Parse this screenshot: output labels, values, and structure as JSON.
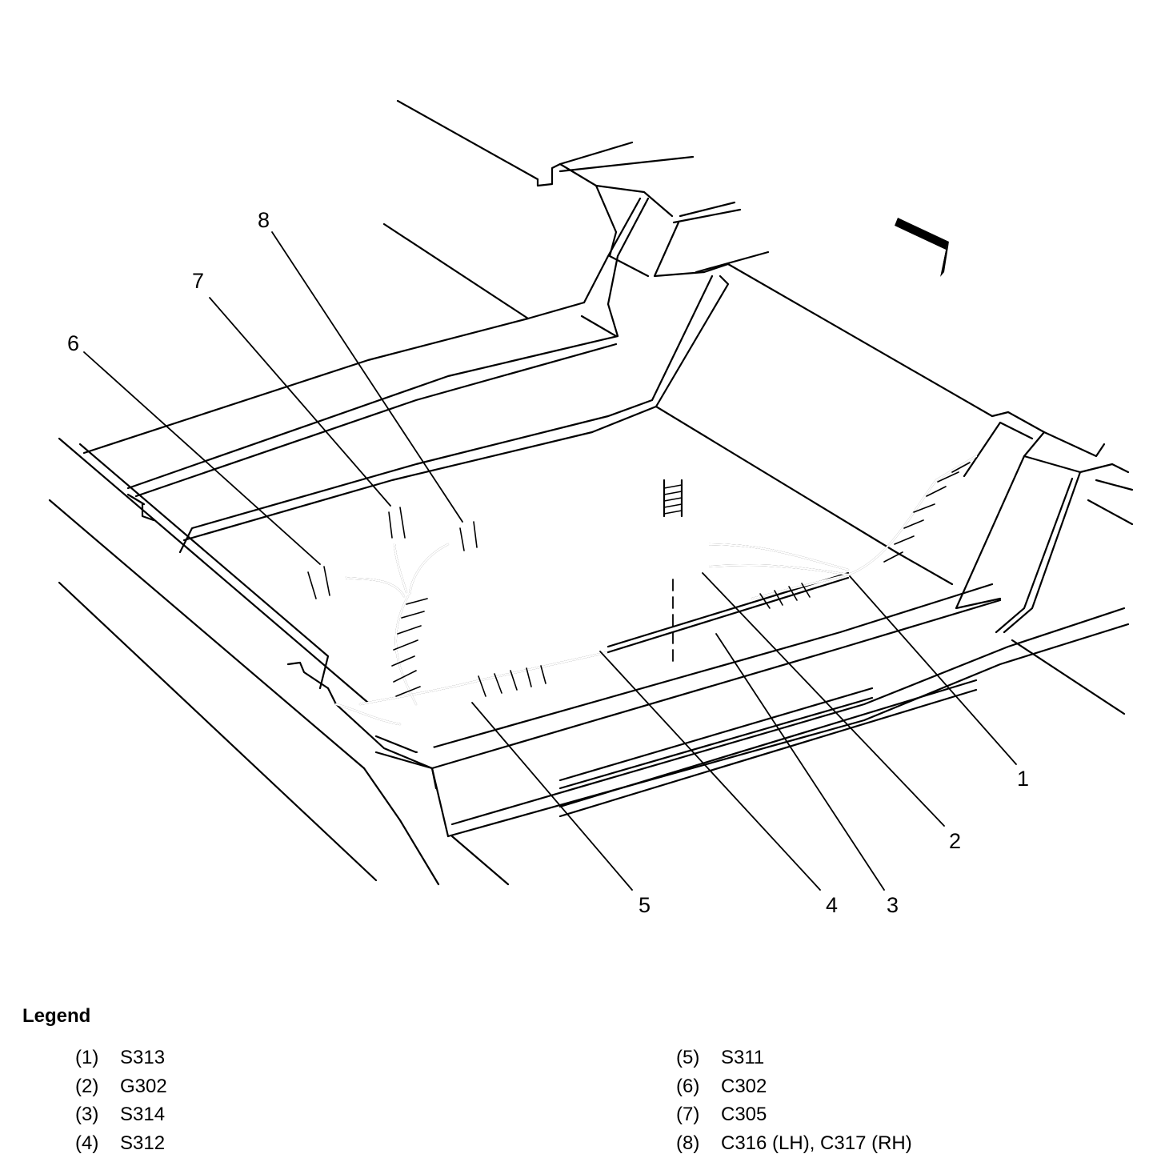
{
  "callouts": [
    "1",
    "2",
    "3",
    "4",
    "5",
    "6",
    "7",
    "8"
  ],
  "legend": {
    "title": "Legend",
    "items": [
      {
        "num": "(1)",
        "text": "S313"
      },
      {
        "num": "(2)",
        "text": "G302"
      },
      {
        "num": "(3)",
        "text": "S314"
      },
      {
        "num": "(4)",
        "text": "S312"
      },
      {
        "num": "(5)",
        "text": "S311"
      },
      {
        "num": "(6)",
        "text": "C302"
      },
      {
        "num": "(7)",
        "text": "C305"
      },
      {
        "num": "(8)",
        "text": "C316 (LH), C317 (RH)"
      }
    ]
  },
  "icons": [
    "front-direction-arrow-icon",
    "bolt-icon",
    "ground-ring-terminal-icon",
    "harness-connector-icon"
  ]
}
